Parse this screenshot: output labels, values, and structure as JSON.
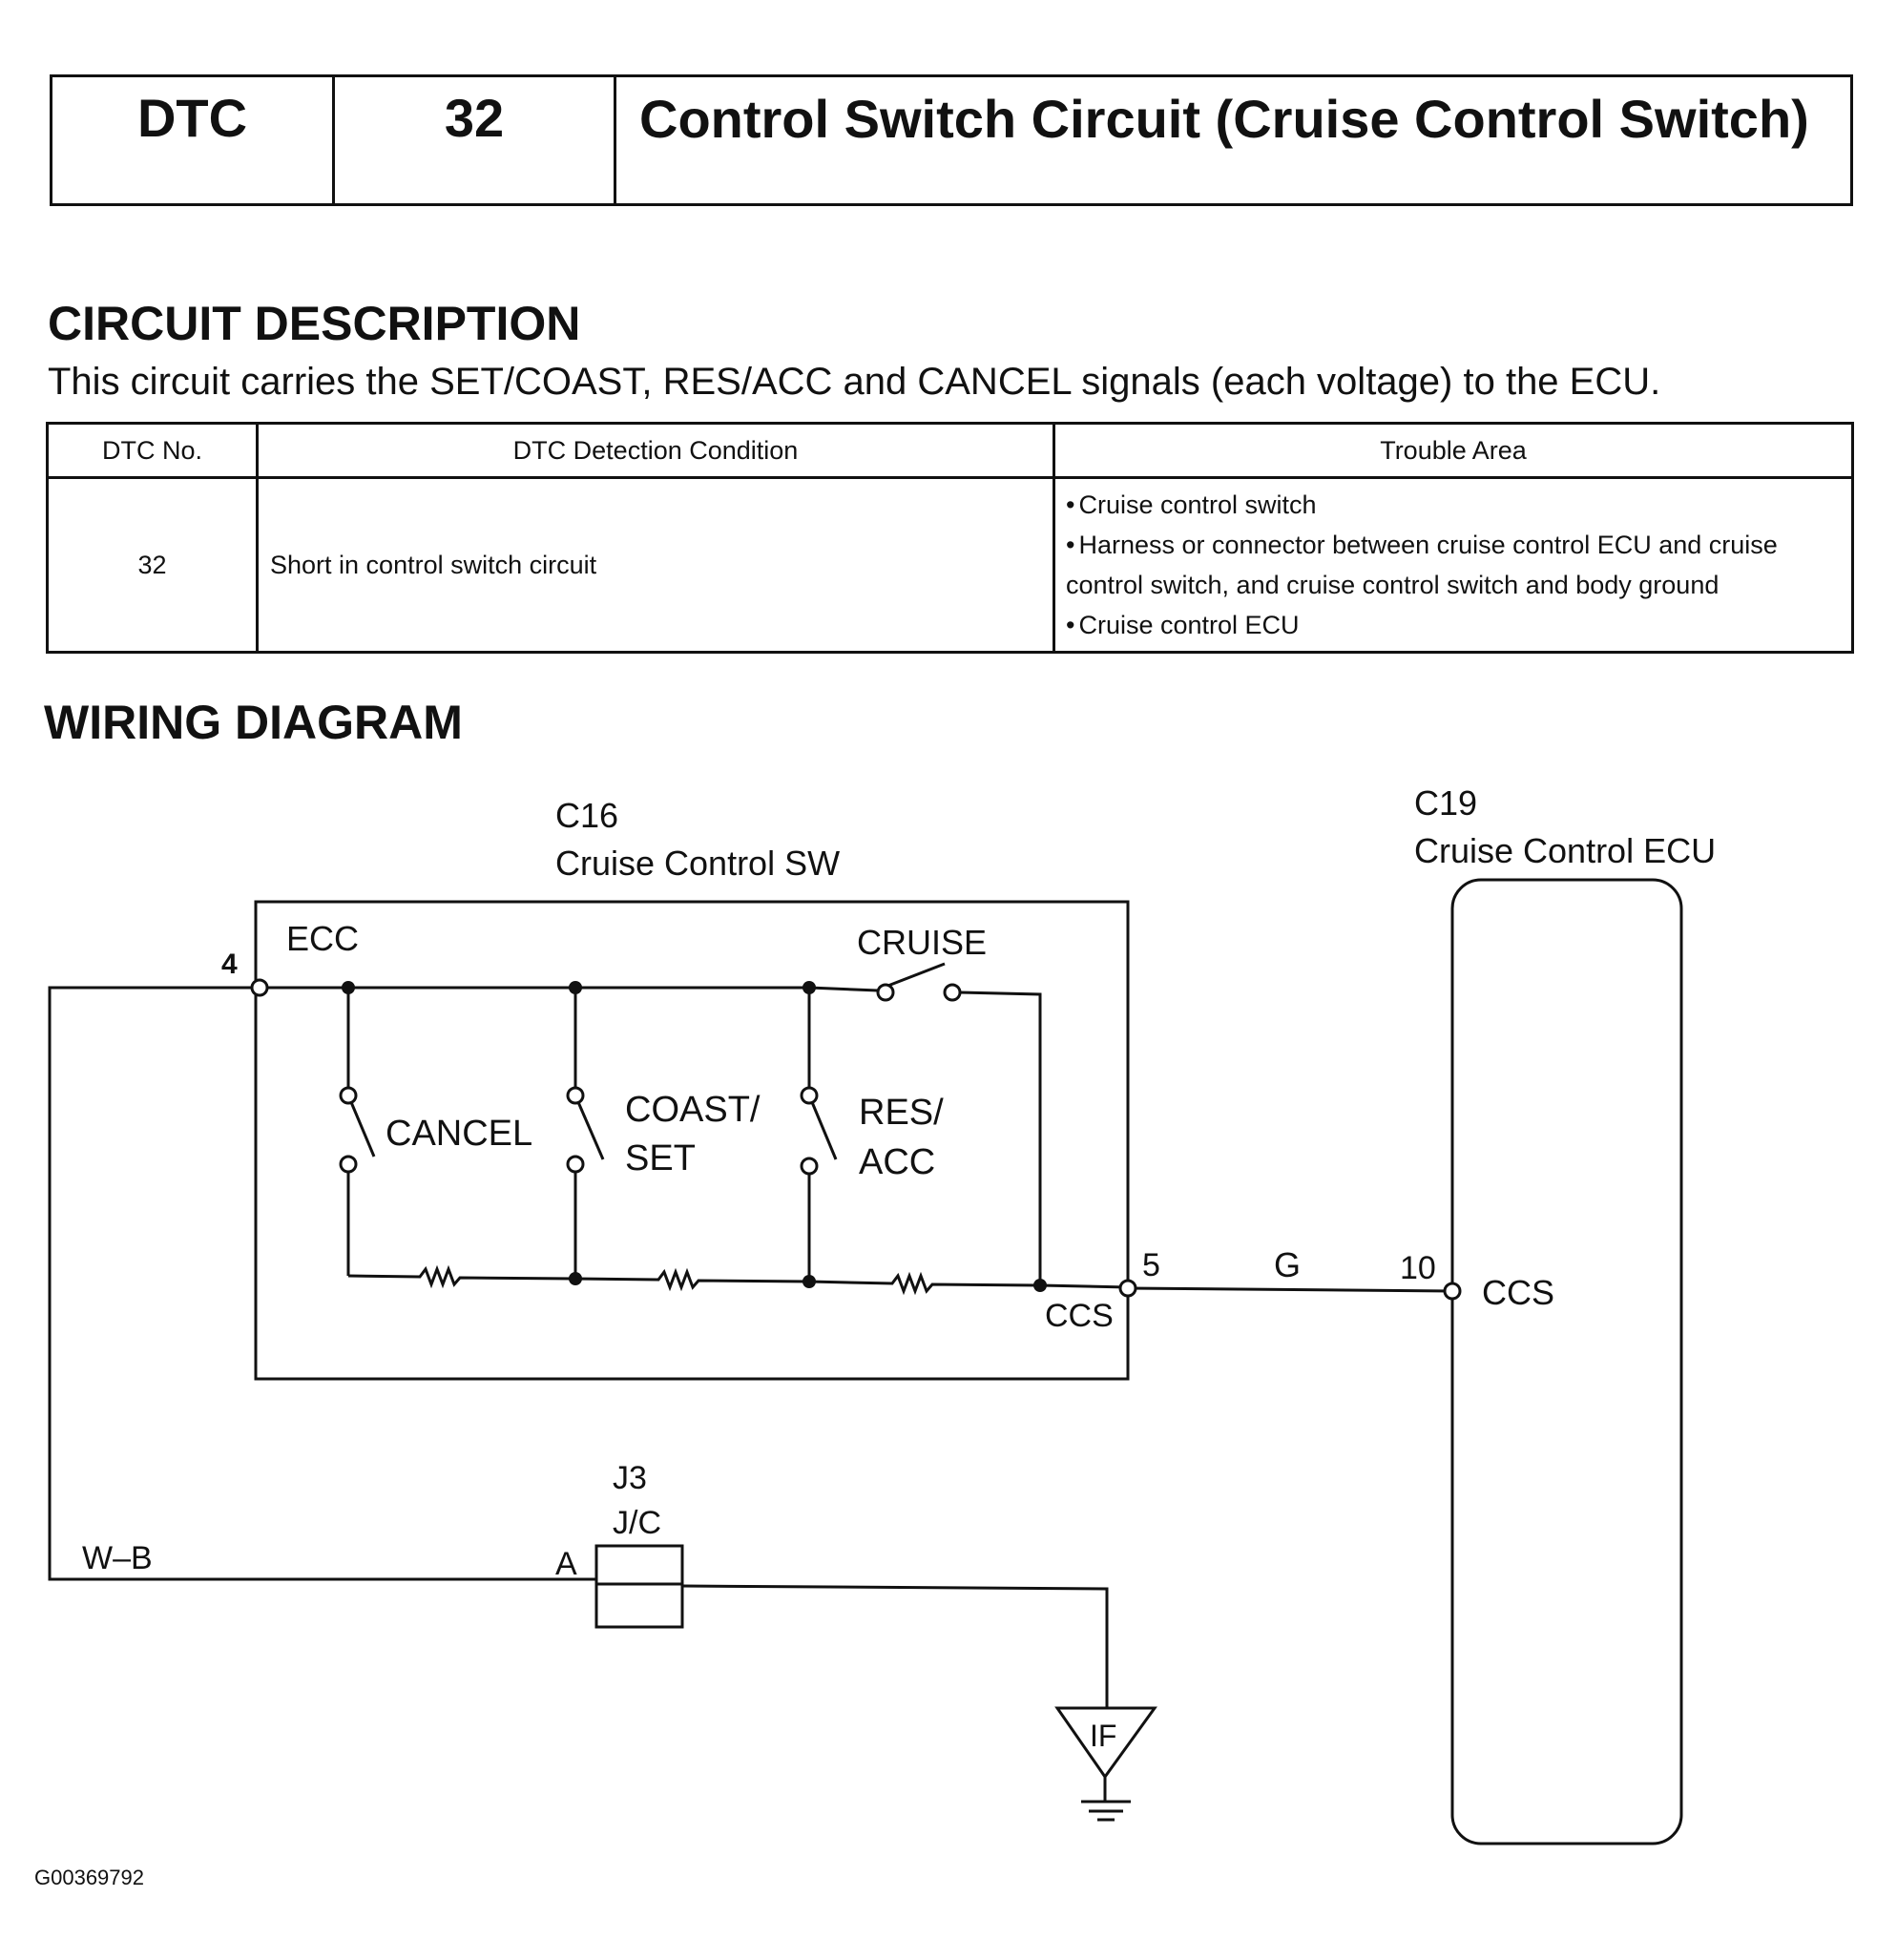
{
  "header": {
    "dtc_label": "DTC",
    "dtc_number": "32",
    "title": "Control Switch Circuit (Cruise Control Switch)"
  },
  "circuit_description": {
    "heading": "CIRCUIT DESCRIPTION",
    "text": "This circuit carries the SET/COAST, RES/ACC and CANCEL signals (each voltage) to the ECU."
  },
  "dtc_table": {
    "columns": [
      "DTC No.",
      "DTC Detection Condition",
      "Trouble Area"
    ],
    "rows": [
      {
        "dtc_no": "32",
        "condition": "Short in control switch circuit",
        "trouble_area": [
          "Cruise control switch",
          "Harness or connector between cruise control ECU and cruise control switch, and cruise control switch and body ground",
          "Cruise control ECU"
        ]
      }
    ]
  },
  "wiring_diagram": {
    "heading": "WIRING DIAGRAM",
    "switch_connector": "C16",
    "switch_name": "Cruise Control SW",
    "ecu_connector": "C19",
    "ecu_name": "Cruise Control ECU",
    "pin_ecc_number": "4",
    "pin_ecc_label": "ECC",
    "cruise_label": "CRUISE",
    "cancel_label": "CANCEL",
    "coast_label_1": "COAST/",
    "coast_label_2": "SET",
    "res_label_1": "RES/",
    "res_label_2": "ACC",
    "ccs_label_switch": "CCS",
    "pin_ccs_number": "5",
    "wire_color_ccs": "G",
    "ecu_pin_number": "10",
    "ecu_pin_label": "CCS",
    "wire_color_ground": "W–B",
    "junction_connector": "J3",
    "junction_name": "J/C",
    "junction_pin": "A",
    "ground_label": "IF"
  },
  "footer": {
    "figure_code": "G00369792"
  }
}
